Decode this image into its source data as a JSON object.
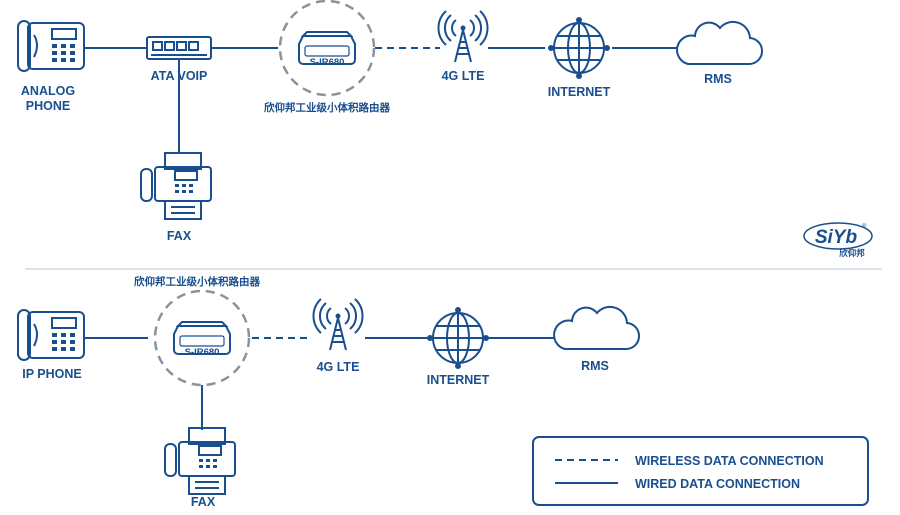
{
  "colors": {
    "primary": "#1a4f8f",
    "divider": "#cfd8e3"
  },
  "top": {
    "phone_label_1": "ANALOG",
    "phone_label_2": "PHONE",
    "ata_label": "ATA VOIP",
    "router_label": "S-IR680",
    "router_caption": "欣仰邦工业级小体积路由器",
    "lte_label": "4G LTE",
    "internet_label": "INTERNET",
    "rms_label": "RMS",
    "fax_label": "FAX"
  },
  "bottom": {
    "router_caption": "欣仰邦工业级小体积路由器",
    "phone_label": "IP PHONE",
    "router_label": "S-IR680",
    "lte_label": "4G LTE",
    "internet_label": "INTERNET",
    "rms_label": "RMS",
    "fax_label": "FAX"
  },
  "logo": {
    "brand": "SiYb",
    "sub": "欣仰邦",
    "mark": "®"
  },
  "legend": {
    "wireless": "WIRELESS DATA CONNECTION",
    "wired": "WIRED DATA CONNECTION"
  },
  "icons": [
    "desk-phone-icon",
    "ata-voip-icon",
    "router-icon",
    "cell-tower-icon",
    "globe-icon",
    "cloud-icon",
    "fax-icon"
  ]
}
